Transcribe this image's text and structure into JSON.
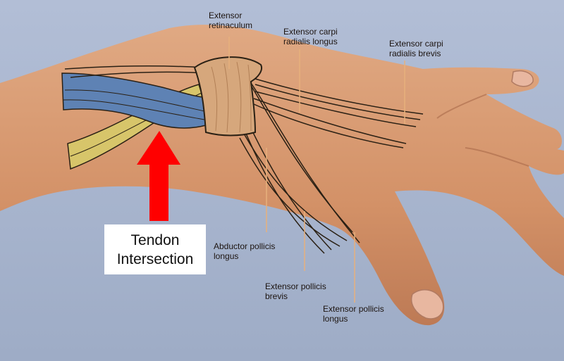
{
  "labels": {
    "extensor_retinaculum": "Extensor\nretinaculum",
    "ecr_longus": "Extensor carpi\nradialis longus",
    "ecr_brevis": "Extensor carpi\nradialis brevis",
    "abductor_pollicis_longus": "Abductor pollicis\nlongus",
    "extensor_pollicis_brevis": "Extensor pollicis\nbrevis",
    "extensor_pollicis_longus": "Extensor pollicis\nlongus"
  },
  "callout": {
    "text": "Tendon\nIntersection"
  },
  "colors": {
    "background": "#a9b6cf",
    "skin": "#d79a73",
    "retinaculum": "#d6a77c",
    "blue_tendon": "#5e82b4",
    "yellow_tendon": "#d7c56a",
    "arrow": "#ff0000",
    "leader_line": "#e7b07c"
  }
}
